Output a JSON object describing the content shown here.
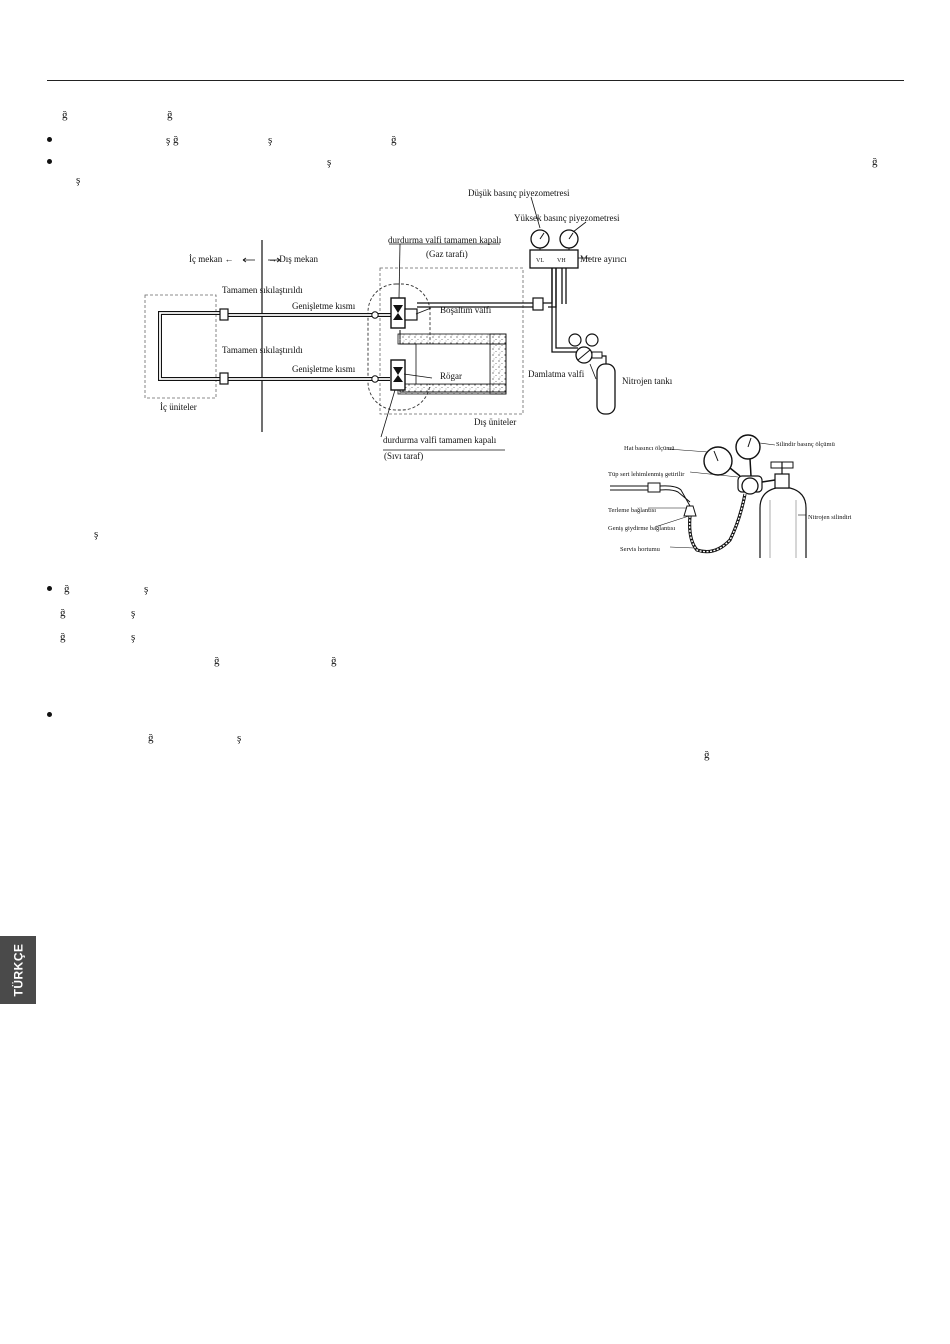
{
  "text_fragments": {
    "l1_a": "ğ",
    "l1_b": "ğ",
    "l2_a": "ş ğ",
    "l2_b": "ş",
    "l2_c": "ğ",
    "l3_a": "ş",
    "l3_b": "ğ",
    "l4_a": "ş",
    "l5_a": "ş",
    "l6_a": "ğ",
    "l6_b": "ş",
    "l7_a": "ğ",
    "l7_b": "ş",
    "l8_a": "ğ",
    "l8_b": "ş",
    "l9_a": "ğ",
    "l9_b": "ğ",
    "l10_a": "ğ",
    "l10_b": "ş",
    "l10_c": "ğ"
  },
  "diagram": {
    "low_pressure_gauge": "Düşük basınç piyezometresi",
    "high_pressure_gauge": "Yüksek basınç piyezometresi",
    "gauge_vl": "VL",
    "gauge_vh": "VH",
    "meter_separator": "Metre ayırıcı",
    "indoor_arrow": "İç mekan ←",
    "outdoor_arrow": "→ Dış mekan",
    "stop_valve_gas": "durdurma valfi tamamen kapalı",
    "gas_side": "(Gaz tarafı)",
    "fully_tightened_1": "Tamamen sıkılaştırıldı",
    "expansion_1": "Genişletme kısmı",
    "discharge_valve": "Boşaltım valfi",
    "fully_tightened_2": "Tamamen sıkılaştırıldı",
    "expansion_2": "Genişletme kısmı",
    "rogar": "Rögar",
    "drip_valve": "Damlatma valfi",
    "nitrogen_tank": "Nitrojen tankı",
    "indoor_units": "İç üniteler",
    "outdoor_units": "Dış üniteler",
    "stop_valve_liquid": "durdurma valfi tamamen kapalı",
    "liquid_side": "(Sıvı taraf)"
  },
  "cylinder_diagram": {
    "line_pressure": "Hat basıncı ölçümü",
    "cylinder_pressure": "Silindir basınç ölçümü",
    "brazed_tube": "Tüp sert lehimlenmiş getirilir",
    "sweat_connection": "Terleme bağlantısı",
    "flare_connection": "Geniş giydirme bağlantısı",
    "service_hose": "Servis hortumu",
    "nitrogen_cylinder": "Nitrojen silindiri"
  },
  "side_tab": {
    "language": "TÜRKÇE"
  }
}
